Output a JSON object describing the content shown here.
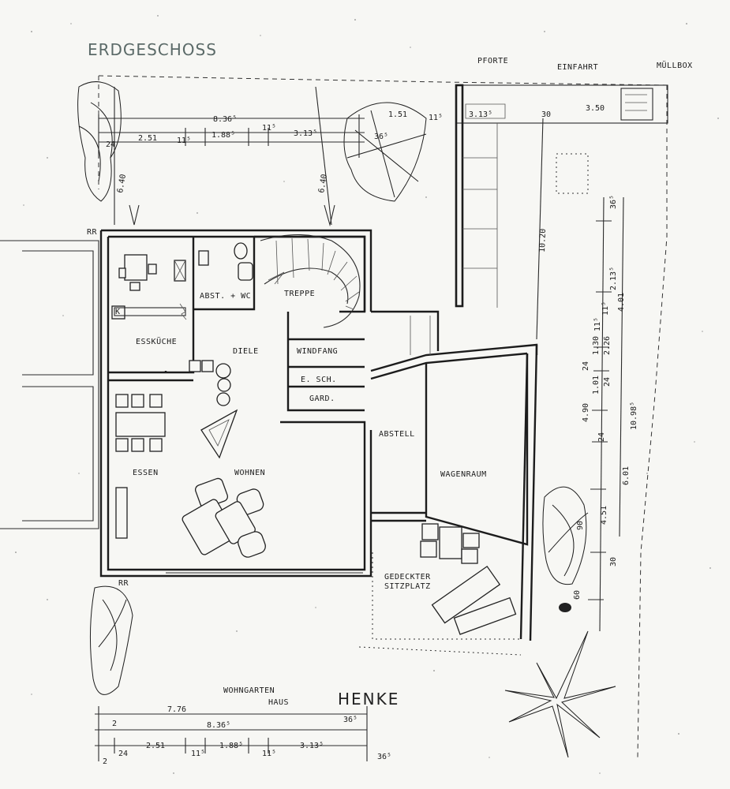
{
  "title": "ERDGESCHOSS",
  "site_labels": {
    "pforte": "PFORTE",
    "einfahrt": "EINFAHRT",
    "muellbox": "MÜLLBOX"
  },
  "rooms": {
    "esskueche": "ESSKÜCHE",
    "abst_wc": "ABST. + WC",
    "treppe": "TREPPE",
    "diele": "DIELE",
    "windfang": "WINDFANG",
    "e_sch": "E. SCH.",
    "gard": "GARD.",
    "abstell": "ABSTELL",
    "wagenraum": "WAGENRAUM",
    "essen": "ESSEN",
    "wohnen": "WOHNEN",
    "sitzplatz_1": "GEDECKTER",
    "sitzplatz_2": "SITZPLATZ"
  },
  "title_block": {
    "line1": "WOHNGARTEN",
    "line2": "HAUS",
    "name": "HENKE"
  },
  "dimensions_top": {
    "overall": "8.36⁵",
    "d1": "2.51",
    "d2": "1.88⁵",
    "d3": "3.13⁵",
    "w1": "11⁵",
    "w2": "11⁵",
    "w3": "24",
    "w4": "1.51",
    "w5": "11⁵",
    "w6": "36⁵",
    "depth_left": "6.40",
    "depth_mid": "6.40",
    "pforte_w": "3.13⁵",
    "gap": "30",
    "einfahrt_w": "3.50"
  },
  "dimensions_right": {
    "total": "10.20",
    "r1": "36⁵",
    "r2": "2.13⁵",
    "r3": "4.01",
    "r4": "11⁵",
    "r5": "24",
    "r6": "11⁵",
    "r7": "1.30",
    "r8": "2.26",
    "r9": "24",
    "r10": "1.01",
    "r11": "4.90",
    "r12": "10.98⁵",
    "r13": "24",
    "r14": "4.51",
    "r15": "6.01",
    "r16": "90",
    "r17": "30",
    "r18": "60"
  },
  "dimensions_bottom": {
    "overall_a": "7.76",
    "overall_b": "8.36⁵",
    "d1": "2.51",
    "d2": "1.88⁵",
    "d3": "3.13⁵",
    "w1": "24",
    "w2": "11⁵",
    "w3": "11⁵",
    "w4": "36⁵",
    "w5": "36⁵",
    "n1": "2",
    "n2": "2"
  },
  "small_marks": {
    "rr_top": "RR",
    "rr_bottom": "RR",
    "k": "K"
  }
}
